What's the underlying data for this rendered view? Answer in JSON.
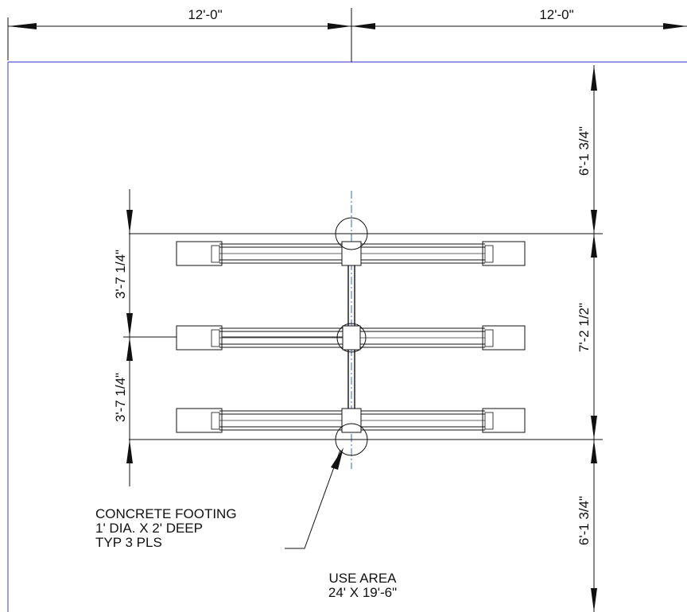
{
  "dimensions": {
    "top_left": "12'-0\"",
    "top_right": "12'-0\"",
    "right_upper": "6'-1 3/4\"",
    "right_middle": "7'-2 1/2\"",
    "right_lower": "6'-1 3/4\"",
    "left_upper": "3'-7 1/4\"",
    "left_lower": "3'-7 1/4\""
  },
  "notes": {
    "footing_line1": "CONCRETE FOOTING",
    "footing_line2": "1' DIA. X 2' DEEP",
    "footing_line3": "TYP 3 PLS",
    "area_line1": "USE AREA",
    "area_line2": "24' X 19'-6\""
  },
  "colors": {
    "border": "#5a5ad8",
    "centerline": "#3b5fd9",
    "linework": "#111111"
  }
}
